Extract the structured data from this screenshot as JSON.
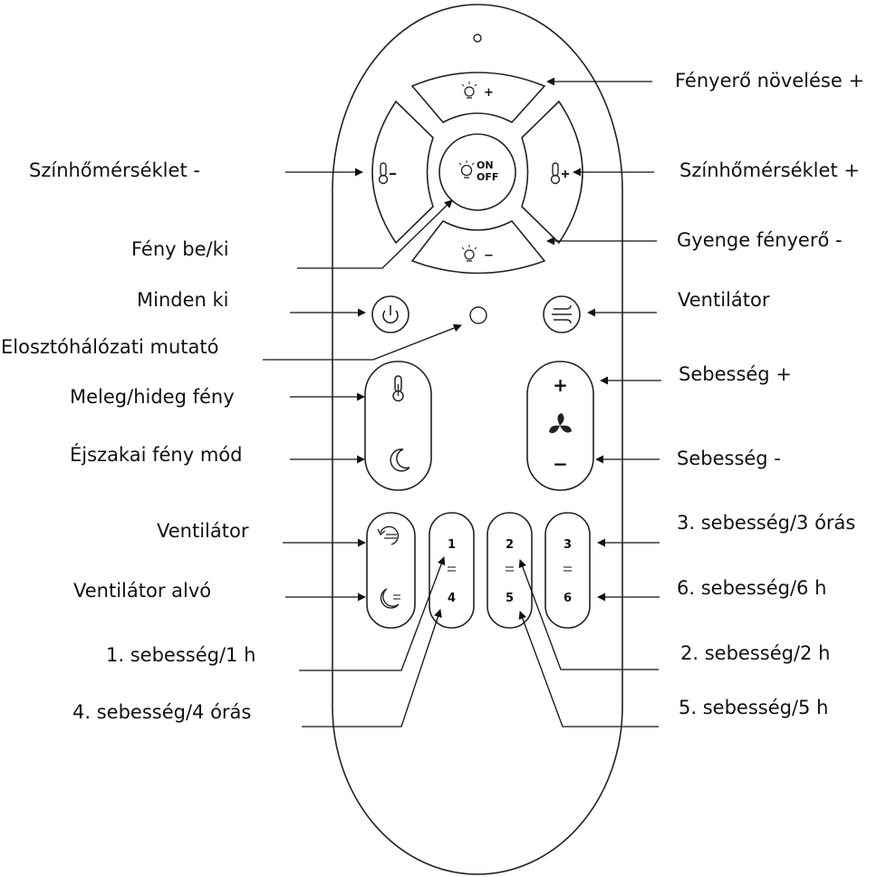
{
  "remote": {
    "center_button": {
      "line1": "ON",
      "line2": "OFF"
    },
    "speed_keys": [
      {
        "top": "1",
        "bottom": "4"
      },
      {
        "top": "2",
        "bottom": "5"
      },
      {
        "top": "3",
        "bottom": "6"
      }
    ],
    "speed_plus": "+",
    "speed_minus": "−",
    "brightness_plus_sign": "+",
    "brightness_minus_sign": "−"
  },
  "labels": {
    "brightness_up": "Fényerő növelése +",
    "color_temp_minus": "Színhőmérséklet -",
    "color_temp_plus": "Színhőmérséklet +",
    "light_on_off": "Fény be/ki",
    "brightness_down": "Gyenge fényerő -",
    "all_off": "Minden ki",
    "fan": "Ventilátor",
    "grid_indicator": "Elosztóhálózati mutató",
    "speed_plus": "Sebesség +",
    "warm_cold_light": "Meleg/hideg fény",
    "night_light": "Éjszakai fény mód",
    "speed_minus": "Sebesség -",
    "fan_mode": "Ventilátor",
    "fan_sleep": "Ventilátor alvó",
    "speed_3": "3. sebesség/3 órás",
    "speed_6": "6. sebesség/6 h",
    "speed_1": "1. sebesség/1 h",
    "speed_2": "2. sebesség/2 h",
    "speed_4": "4. sebesség/4 órás",
    "speed_5": "5. sebesség/5 h"
  }
}
